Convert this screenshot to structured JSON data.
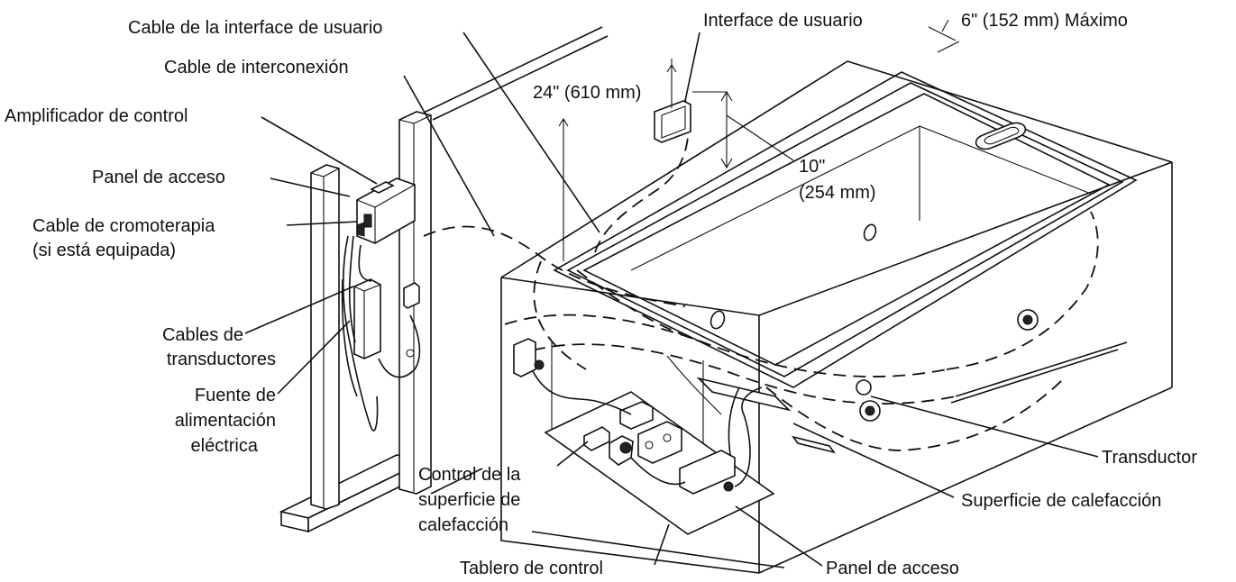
{
  "labels": {
    "cable_interface": "Cable de la interface de usuario",
    "cable_interconexion": "Cable de interconexión",
    "amplificador": "Amplificador de control",
    "panel_acceso_left": "Panel de acceso",
    "cable_cromo_1": "Cable de cromoterapia",
    "cable_cromo_2": "(si está equipada)",
    "cables_trans_1": "Cables de",
    "cables_trans_2": "transductores",
    "fuente_1": "Fuente de",
    "fuente_2": "alimentación",
    "fuente_3": "eléctrica",
    "control_sup_1": "Control de la",
    "control_sup_2": "superficie de",
    "control_sup_3": "calefacción",
    "tablero": "Tablero de control",
    "panel_acceso_bottom": "Panel de acceso",
    "interface_usuario": "Interface de usuario",
    "max_dim": "6\" (152 mm) Máximo",
    "dim_24": "24\" (610 mm)",
    "dim_10_1": "10\"",
    "dim_10_2": "(254 mm)",
    "transductor": "Transductor",
    "superficie": "Superficie de calefacción"
  }
}
